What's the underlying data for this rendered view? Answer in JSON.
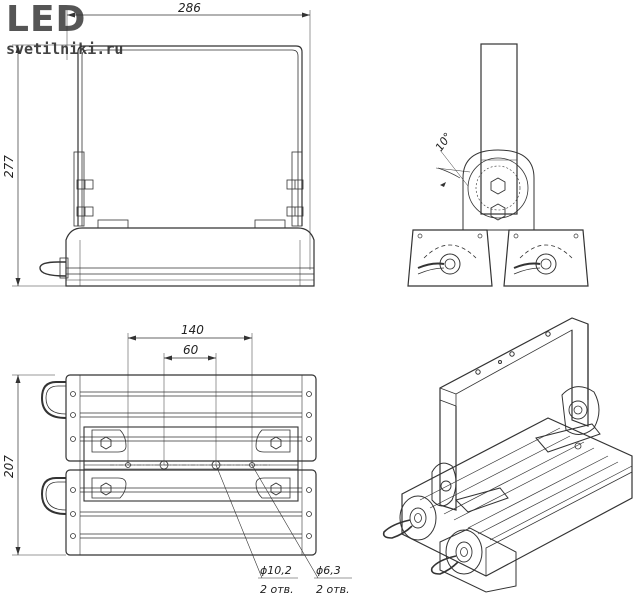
{
  "brand": {
    "logo": "LED",
    "site": "svetilniki.ru"
  },
  "dimensions": {
    "width_top": "286",
    "height_left": "277",
    "angle": "10°",
    "spacing_outer": "140",
    "spacing_inner": "60",
    "height_bottom": "207",
    "hole_large": "ϕ10,2",
    "hole_large_count": "2 отв.",
    "hole_small": "ϕ6,3",
    "hole_small_count": "2 отв."
  }
}
